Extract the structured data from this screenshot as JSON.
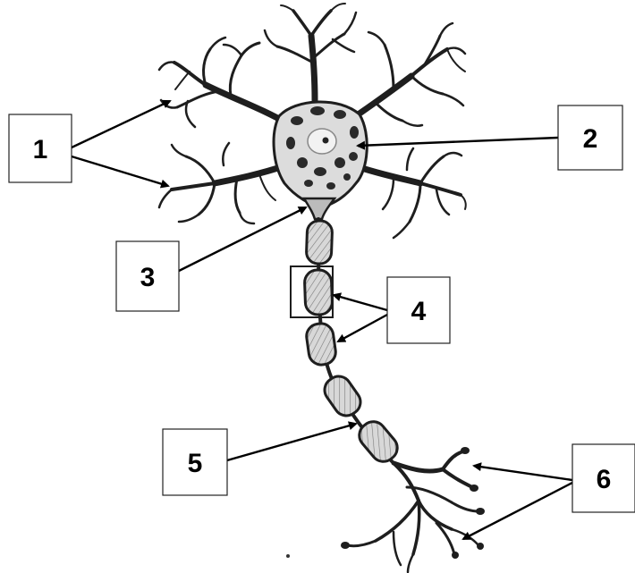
{
  "diagram": {
    "labels": [
      {
        "id": "1",
        "text": "1"
      },
      {
        "id": "2",
        "text": "2"
      },
      {
        "id": "3",
        "text": "3"
      },
      {
        "id": "4",
        "text": "4"
      },
      {
        "id": "5",
        "text": "5"
      },
      {
        "id": "6",
        "text": "6"
      }
    ],
    "colors": {
      "ink": "#1e1e1e",
      "cell_body": "#dcdcdc",
      "myelin": "#cfcfcf",
      "background": "#ffffff"
    }
  }
}
